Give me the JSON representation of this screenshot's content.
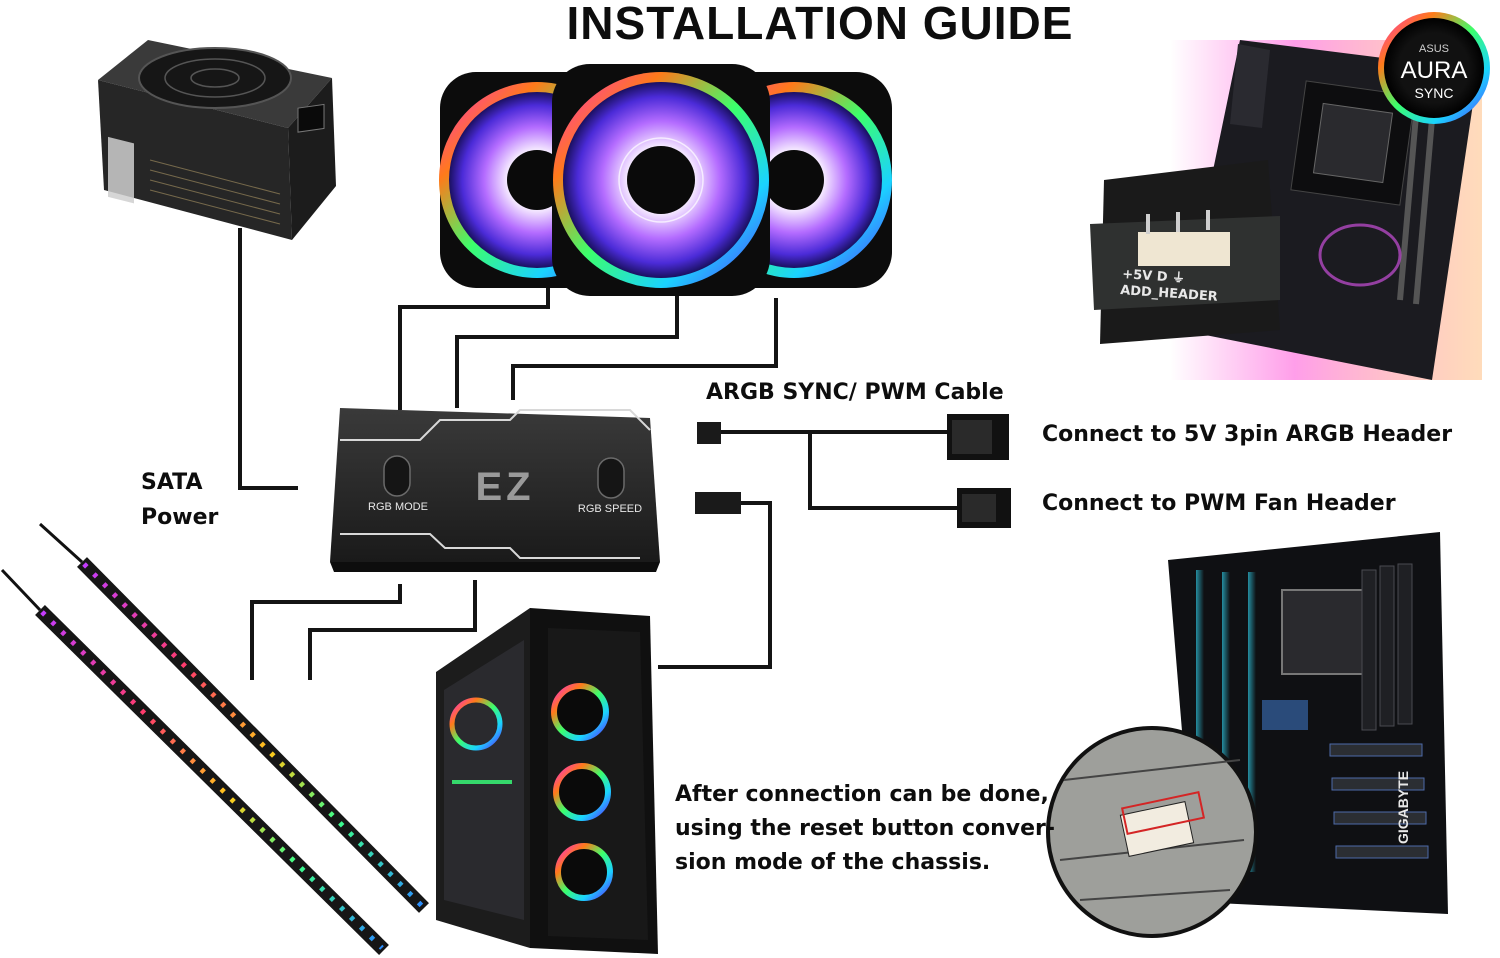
{
  "title": "INSTALLATION GUIDE",
  "labels": {
    "argb_cable": "ARGB SYNC/ PWM Cable",
    "connect_5v": "Connect to 5V 3pin ARGB Header",
    "connect_pwm": "Connect to PWM Fan Header",
    "sata_line1": "SATA",
    "sata_line2": "Power",
    "note_line1": "After connection can be done,",
    "note_line2": "using the reset button conver-",
    "note_line3": "sion mode of the chassis."
  },
  "hub": {
    "logo": "EZ",
    "left_button": "RGB MODE",
    "right_button": "RGB SPEED"
  },
  "badge": {
    "brand": "ASUS",
    "line1": "AURA",
    "line2": "SYNC"
  },
  "motherboard_top": {
    "header_pins": "+5V  D   ⏚",
    "header_label": "ADD_HEADER"
  },
  "motherboard_bottom": {
    "brand": "GIGABYTE"
  },
  "colors": {
    "wire": "#141414",
    "text": "#0d0d0d",
    "hub_body": "#2b2b2b",
    "psu_body": "#262626"
  }
}
